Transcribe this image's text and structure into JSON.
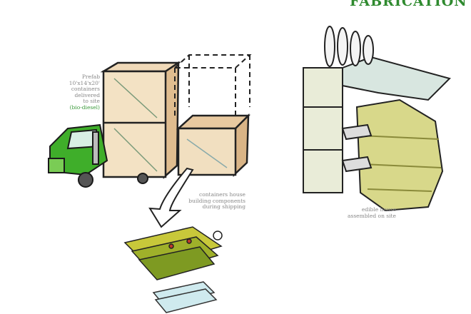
{
  "title": "FABRICATION",
  "captions": {
    "truck": [
      "Prefab",
      "10'x14'x20'",
      "containers",
      "delivered",
      "to site",
      "(bio-diesel)"
    ],
    "containers": [
      "containers house",
      "building components",
      "during shipping"
    ],
    "house": [
      "edible house",
      "assembled on site"
    ]
  },
  "colors": {
    "accent": "#2f8a2f",
    "truck": "#3fae2a",
    "box": "#e8c9a0",
    "caption": "#888888"
  }
}
